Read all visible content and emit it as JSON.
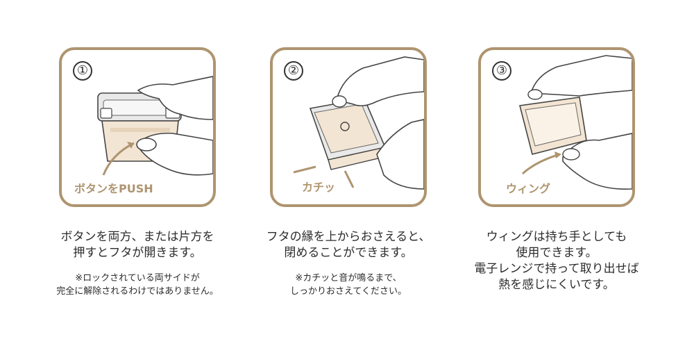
{
  "colors": {
    "accent": "#ae9570",
    "container": "#f3e5d3",
    "lid": "#e9e9e9",
    "line": "#444444"
  },
  "steps": [
    {
      "number": "①",
      "illustration": "hand-pushing-buttons-icon",
      "tag": "ボタンをPUSH",
      "main": [
        "ボタンを両方、または片方を",
        "押すとフタが開きます。"
      ],
      "note": [
        "※ロックされている両サイドが",
        "完全に解除されるわけではありません。"
      ]
    },
    {
      "number": "②",
      "illustration": "hand-pressing-lid-icon",
      "tag": "カチッ",
      "main": [
        "フタの縁を上からおさえると、",
        "閉めることができます。"
      ],
      "note": [
        "※カチッと音が鳴るまで、",
        "しっかりおさえてください。"
      ]
    },
    {
      "number": "③",
      "illustration": "hand-holding-wing-icon",
      "tag": "ウィング",
      "main": [
        "ウィングは持ち手としても",
        "使用できます。",
        "電子レンジで持って取り出せば",
        "熱を感じにくいです。"
      ],
      "note": []
    }
  ]
}
